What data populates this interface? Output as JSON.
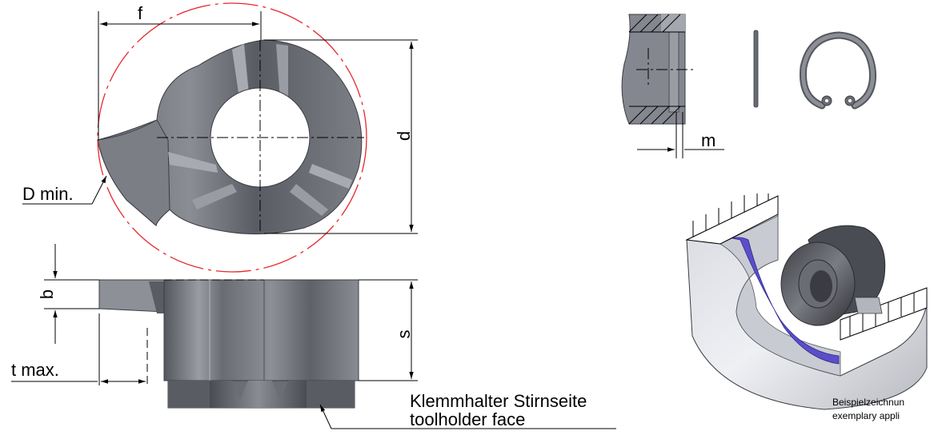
{
  "dimensions": {
    "f": "f",
    "d": "d",
    "d_min": "D min.",
    "b": "b",
    "s": "s",
    "t_max": "t max.",
    "m": "m"
  },
  "callout": {
    "line1": "Klemmhalter Stirnseite",
    "line2": "toolholder face"
  },
  "example_caption": {
    "line1": "Beispielzeichnun",
    "line2": "exemplary appli"
  },
  "colors": {
    "circle": "#e8262c",
    "part_dark": "#5a5c63",
    "part_mid": "#8a8c93",
    "part_light": "#c6c8ce",
    "groove": "#5a4fc8",
    "line": "#000000"
  }
}
